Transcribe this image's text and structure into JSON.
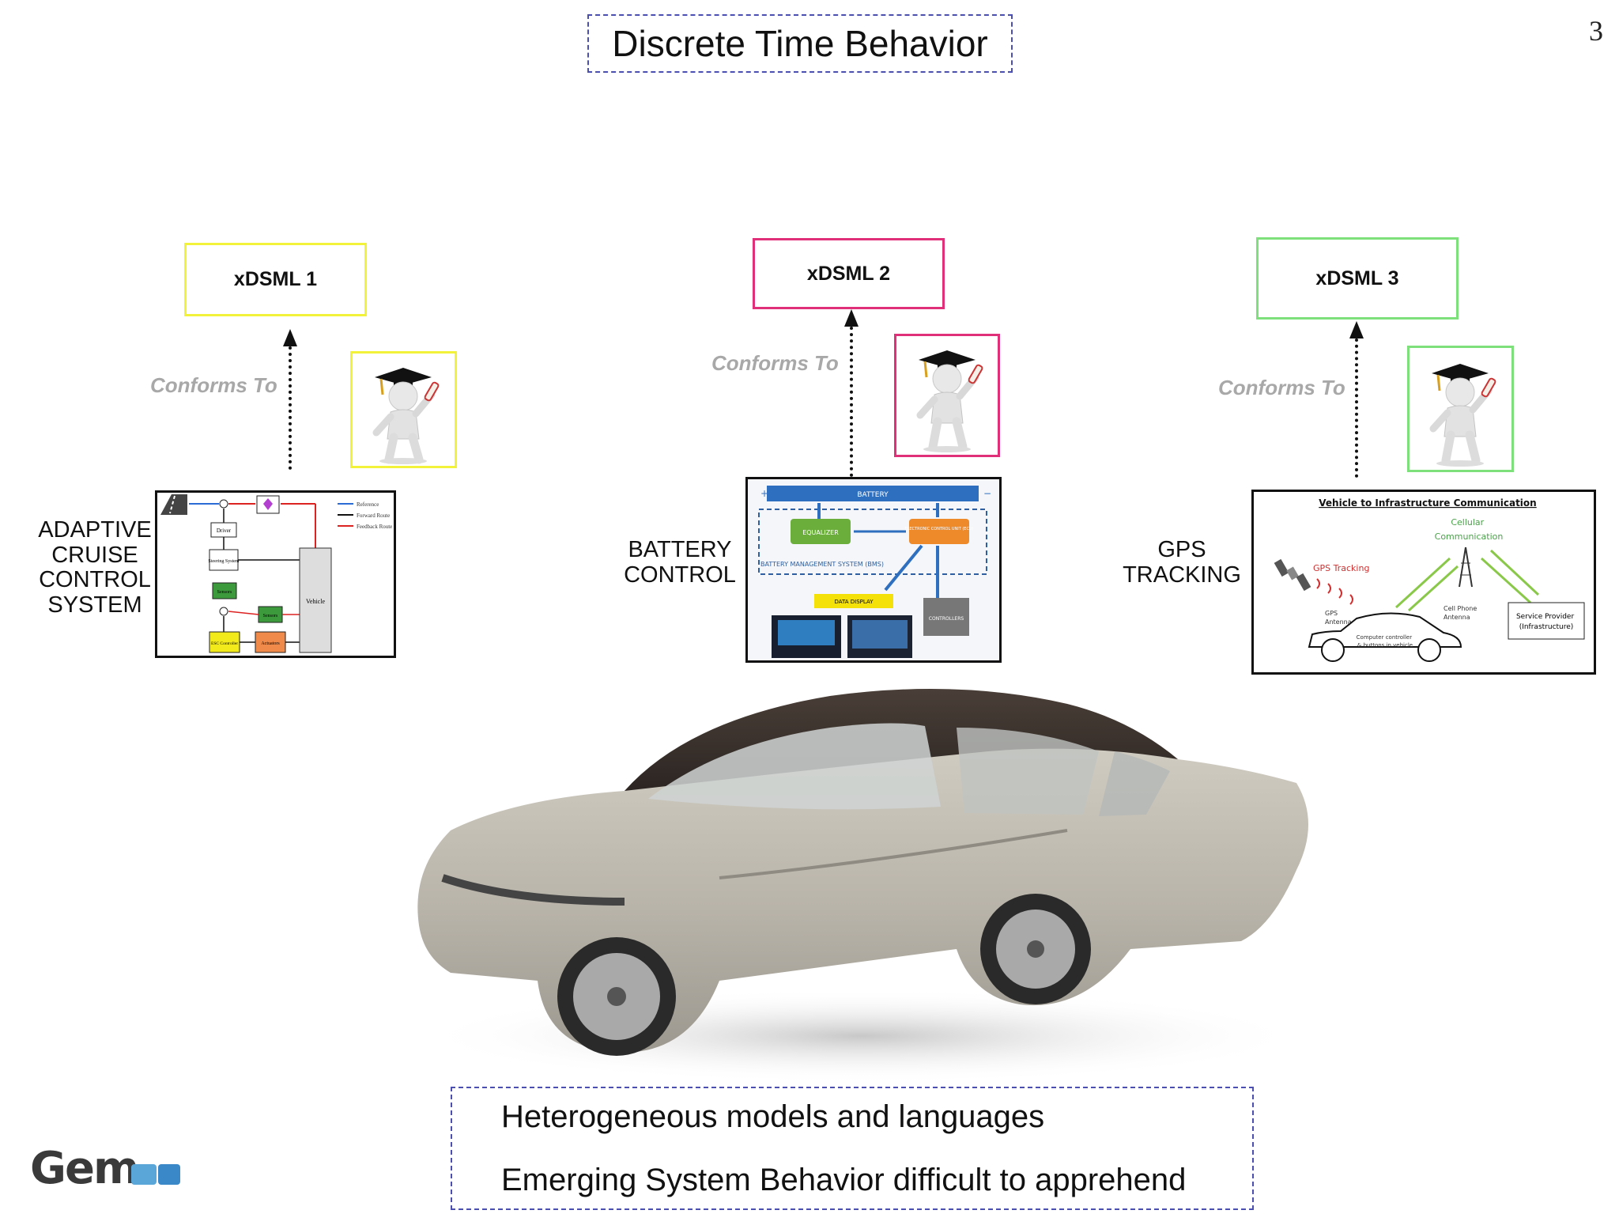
{
  "slide": {
    "title": "Discrete Time Behavior",
    "page_number": "3"
  },
  "languages": [
    {
      "label": "xDSML 1",
      "color": "#f2f23a",
      "conforms": "Conforms To",
      "system": [
        "ADAPTIVE",
        "CRUISE",
        "CONTROL",
        "SYSTEM"
      ]
    },
    {
      "label": "xDSML 2",
      "color": "#e0307a",
      "conforms": "Conforms To",
      "system": [
        "BATTERY",
        "CONTROL"
      ]
    },
    {
      "label": "xDSML 3",
      "color": "#7de07a",
      "conforms": "Conforms To",
      "system": [
        "GPS",
        "TRACKING"
      ]
    }
  ],
  "diagrams": {
    "acc": {
      "legend": [
        "Reference",
        "Forward Route",
        "Feedback Route"
      ],
      "blocks": [
        "Driver",
        "Steering System",
        "Sensors",
        "Sensors",
        "ESC Controller",
        "Actuators",
        "Vehicle"
      ]
    },
    "battery": {
      "battery": "BATTERY",
      "equalizer": "EQUALIZER",
      "ecu": "ELECTRONIC CONTROL UNIT (ECU)",
      "bms": "BATTERY MANAGEMENT SYSTEM (BMS)",
      "display": "DATA DISPLAY",
      "controllers": "CONTROLLERS"
    },
    "gps": {
      "title": "Vehicle to Infrastructure Communication",
      "cellular": "Cellular Communication",
      "tracking": "GPS Tracking",
      "gps_antenna": "GPS Antenna",
      "cell_antenna": "Cell Phone Antenna",
      "provider": "Service Provider (Infrastructure)",
      "computer": "Computer controller & buttons in vehicle"
    }
  },
  "bottom": {
    "line1": "Heterogeneous models and languages",
    "line2": "Emerging System Behavior difficult to apprehend"
  },
  "logo": {
    "text": "Gemoc"
  }
}
